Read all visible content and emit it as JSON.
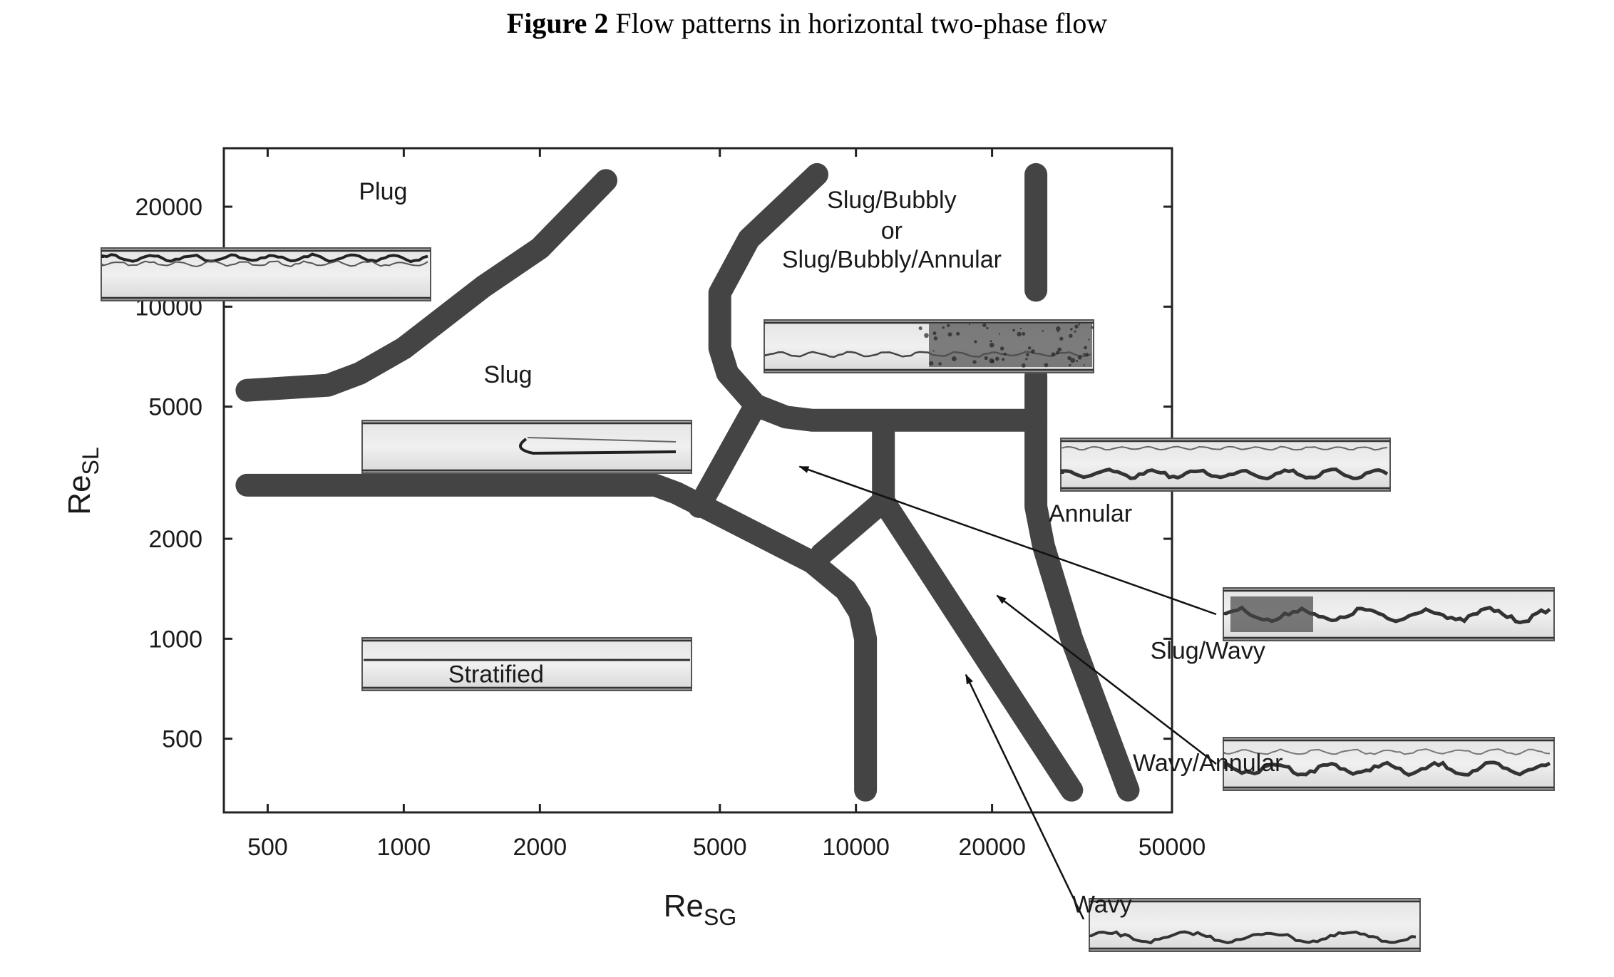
{
  "caption": {
    "label": "Figure 2",
    "text": " Flow patterns in horizontal two-phase flow"
  },
  "chart_data": {
    "type": "flow-regime-map",
    "xscale": "log",
    "yscale": "log",
    "xlim": [
      400,
      50000
    ],
    "ylim": [
      300,
      30000
    ],
    "x_ticks": [
      500,
      1000,
      2000,
      5000,
      10000,
      20000,
      50000
    ],
    "x_tick_labels": [
      "500",
      "1000",
      "2000",
      "5000",
      "10000",
      "20000",
      "50000"
    ],
    "y_ticks": [
      500,
      1000,
      2000,
      5000,
      10000,
      20000
    ],
    "y_tick_labels": [
      "500",
      "1000",
      "2000",
      "5000",
      "10000",
      "20000"
    ],
    "xlabel": "Re",
    "xlabel_sub": "SG",
    "ylabel": "Re",
    "ylabel_sub": "SL",
    "grid": false,
    "boundaries": [
      {
        "points": [
          [
            450,
            5600
          ],
          [
            680,
            5800
          ],
          [
            800,
            6300
          ],
          [
            1000,
            7500
          ],
          [
            1500,
            11500
          ],
          [
            2000,
            15000
          ],
          [
            2800,
            24000
          ]
        ]
      },
      {
        "points": [
          [
            450,
            2900
          ],
          [
            3600,
            2900
          ],
          [
            4000,
            2750
          ],
          [
            4600,
            2500
          ],
          [
            8000,
            1700
          ],
          [
            9500,
            1400
          ],
          [
            10200,
            1200
          ],
          [
            10500,
            1000
          ],
          [
            10500,
            350
          ]
        ]
      },
      {
        "points": [
          [
            4500,
            2500
          ],
          [
            6000,
            5050
          ]
        ]
      },
      {
        "points": [
          [
            6000,
            5050
          ],
          [
            5200,
            6300
          ],
          [
            5000,
            7500
          ],
          [
            5000,
            11000
          ],
          [
            5800,
            16000
          ],
          [
            8200,
            25000
          ]
        ]
      },
      {
        "points": [
          [
            6000,
            5050
          ],
          [
            7000,
            4650
          ],
          [
            8000,
            4550
          ],
          [
            25000,
            4550
          ]
        ]
      },
      {
        "points": [
          [
            11500,
            4350
          ],
          [
            11500,
            2600
          ]
        ]
      },
      {
        "points": [
          [
            11500,
            2600
          ],
          [
            8400,
            1800
          ]
        ]
      },
      {
        "points": [
          [
            11500,
            2600
          ],
          [
            30000,
            350
          ]
        ]
      },
      {
        "points": [
          [
            25000,
            25000
          ],
          [
            25000,
            11200
          ]
        ]
      },
      {
        "points": [
          [
            25000,
            6200
          ],
          [
            25000,
            2500
          ],
          [
            26000,
            1900
          ],
          [
            30000,
            1000
          ],
          [
            40000,
            350
          ]
        ]
      }
    ],
    "regions": [
      {
        "name": "Plug",
        "label_x": 900,
        "label_y": 21000
      },
      {
        "name": "Slug",
        "label_x": 1700,
        "label_y": 5900
      },
      {
        "name": "Stratified",
        "label_x": 1600,
        "label_y": 740
      },
      {
        "name": "Slug/Bubbly",
        "label_x": 12000,
        "label_y": 19800
      },
      {
        "name": "or",
        "label_x": 12000,
        "label_y": 16000
      },
      {
        "name": "Slug/Bubbly/Annular",
        "label_x": 12000,
        "label_y": 13100
      },
      {
        "name": "Annular",
        "label_x": 33000,
        "label_y": 2250
      },
      {
        "name": "Slug/Wavy",
        "label_x": 60000,
        "label_y": 870
      },
      {
        "name": "Wavy/Annular",
        "label_x": 60000,
        "label_y": 400
      },
      {
        "name": "Wavy",
        "label_x": 35000,
        "label_y": 150
      }
    ],
    "annotations": [
      {
        "target": "Slug/Wavy",
        "to_x": 7500,
        "to_y": 3300
      },
      {
        "target": "Wavy/Annular",
        "to_x": 20500,
        "to_y": 1350
      },
      {
        "target": "Wavy",
        "to_x": 17500,
        "to_y": 780
      }
    ],
    "photo_insets": [
      "Plug",
      "Slug",
      "Stratified",
      "Slug/Bubbly/Annular",
      "Annular",
      "Slug/Wavy",
      "Wavy/Annular",
      "Wavy"
    ]
  }
}
